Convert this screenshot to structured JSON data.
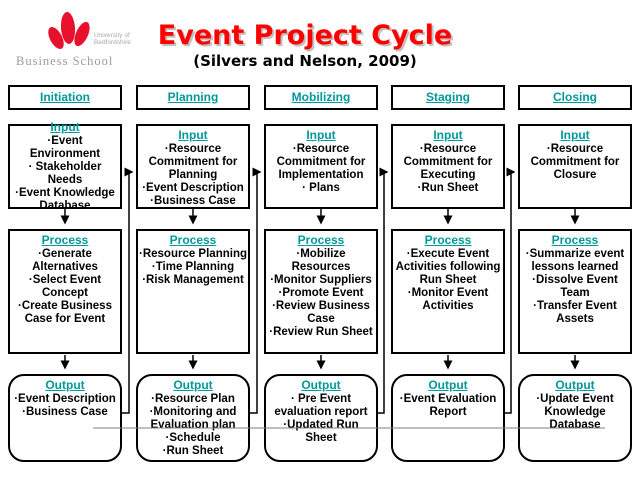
{
  "logo": {
    "university_line1": "University of",
    "university_line2": "Bedfordshire",
    "school": "Business School"
  },
  "header": {
    "title": "Event Project Cycle",
    "subtitle": "(Silvers and Nelson, 2009)"
  },
  "labels": {
    "input": "Input",
    "process": "Process",
    "output": "Output"
  },
  "colors": {
    "accent_teal": "#009999",
    "title_red": "#ff0000",
    "logo_red": "#e8112d",
    "logo_gray": "#9b9b9b",
    "box_border": "#000000",
    "feedback_line_gray": "#808080"
  },
  "columns": [
    {
      "phase": "Initiation",
      "input": [
        "·Event Environment",
        "· Stakeholder Needs",
        "·Event Knowledge Database"
      ],
      "process": [
        "·Generate Alternatives",
        "·Select Event Concept",
        "·Create Business Case for Event"
      ],
      "output": [
        "·Event Description",
        "·Business Case"
      ]
    },
    {
      "phase": "Planning",
      "input": [
        "·Resource Commitment for Planning",
        "·Event Description",
        "·Business Case"
      ],
      "process": [
        "·Resource Planning",
        "·Time Planning",
        "·Risk Management"
      ],
      "output": [
        "·Resource Plan",
        "·Monitoring and Evaluation plan",
        "·Schedule",
        "·Run Sheet"
      ]
    },
    {
      "phase": "Mobilizing",
      "input": [
        "·Resource Commitment for Implementation",
        "· Plans"
      ],
      "process": [
        "·Mobilize Resources",
        "·Monitor Suppliers",
        "·Promote Event",
        "·Review Business Case",
        "·Review Run Sheet"
      ],
      "output": [
        "· Pre Event evaluation report",
        "·Updated Run Sheet"
      ]
    },
    {
      "phase": "Staging",
      "input": [
        "·Resource Commitment for Executing",
        "·Run Sheet"
      ],
      "process": [
        "·Execute Event Activities following Run Sheet",
        "·Monitor Event Activities"
      ],
      "output": [
        "·Event Evaluation Report"
      ]
    },
    {
      "phase": "Closing",
      "input": [
        "·Resource Commitment for Closure"
      ],
      "process": [
        "·Summarize event lessons learned",
        "·Dissolve Event Team",
        "·Transfer Event Assets"
      ],
      "output": [
        "·Update Event Knowledge Database"
      ]
    }
  ]
}
